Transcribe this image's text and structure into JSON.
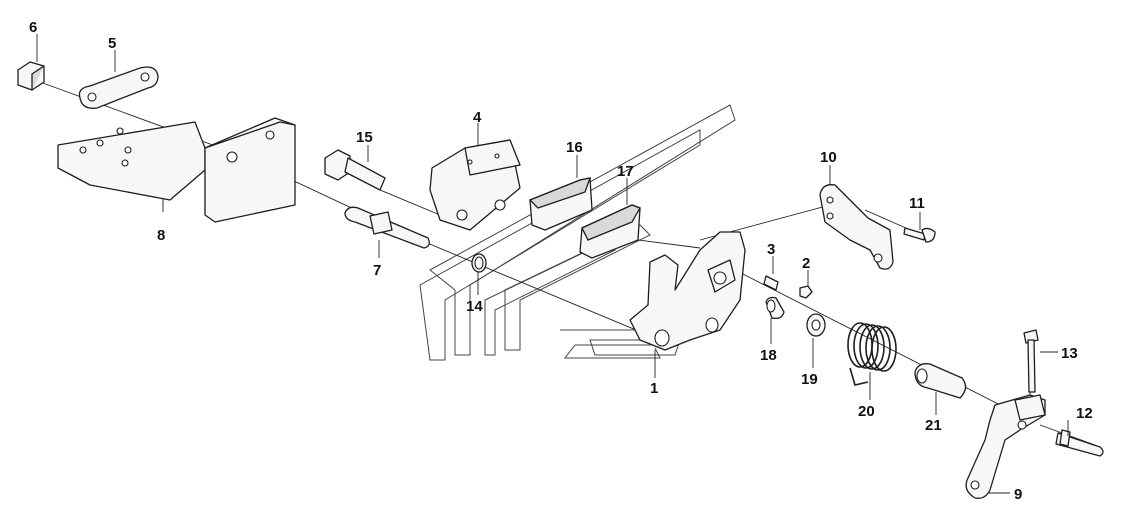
{
  "diagram": {
    "callouts": [
      {
        "id": "1",
        "text": "1"
      },
      {
        "id": "2",
        "text": "2"
      },
      {
        "id": "3",
        "text": "3"
      },
      {
        "id": "4",
        "text": "4"
      },
      {
        "id": "5",
        "text": "5"
      },
      {
        "id": "6",
        "text": "6"
      },
      {
        "id": "7",
        "text": "7"
      },
      {
        "id": "8",
        "text": "8"
      },
      {
        "id": "9",
        "text": "9"
      },
      {
        "id": "10",
        "text": "10"
      },
      {
        "id": "11",
        "text": "11"
      },
      {
        "id": "12",
        "text": "12"
      },
      {
        "id": "13",
        "text": "13"
      },
      {
        "id": "14",
        "text": "14"
      },
      {
        "id": "15",
        "text": "15"
      },
      {
        "id": "16",
        "text": "16"
      },
      {
        "id": "17",
        "text": "17"
      },
      {
        "id": "18",
        "text": "18"
      },
      {
        "id": "19",
        "text": "19"
      },
      {
        "id": "20",
        "text": "20"
      },
      {
        "id": "21",
        "text": "21"
      }
    ]
  }
}
